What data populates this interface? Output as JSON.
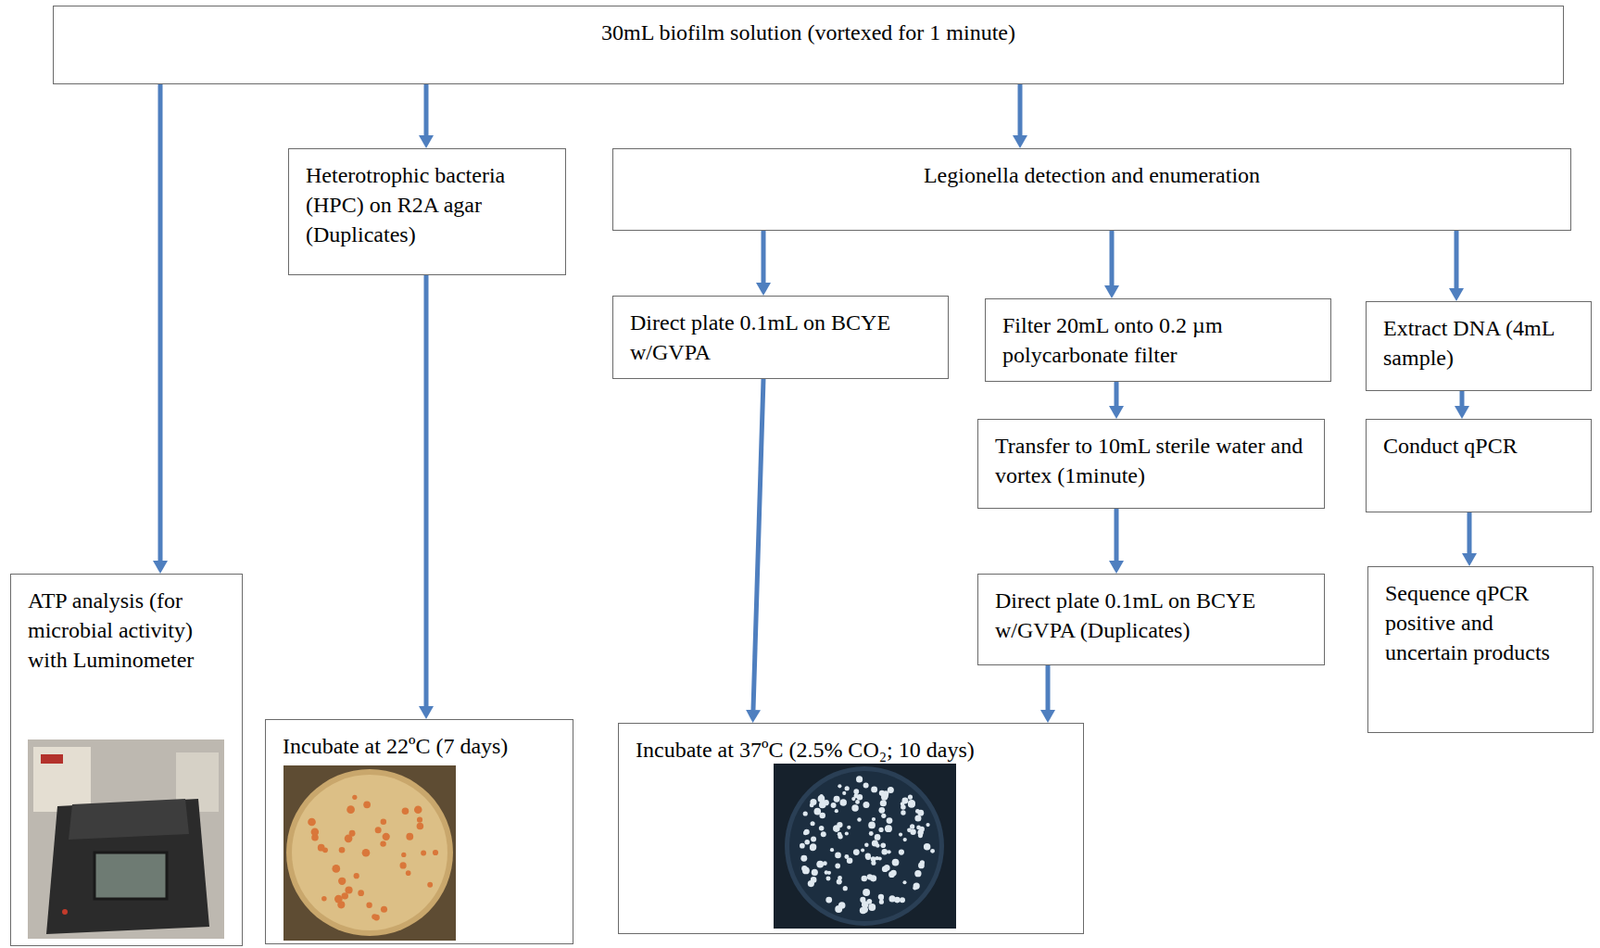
{
  "diagram": {
    "nodes": [
      {
        "text": [
          "30mL biofilm solution (vortexed for 1 minute)"
        ]
      },
      {
        "text": [
          "ATP analysis (for microbial activity) with Luminometer"
        ]
      },
      {
        "text": [
          "Heterotrophic bacteria (HPC) on R2A agar (Duplicates)"
        ]
      },
      {
        "text": [
          "Legionella detection and enumeration"
        ]
      },
      {
        "text": [
          "Direct plate 0.1mL on BCYE w/GVPA"
        ]
      },
      {
        "text": [
          "Filter 20mL onto 0.2 µm polycarbonate filter"
        ]
      },
      {
        "text": [
          "Extract DNA (4mL sample)"
        ]
      },
      {
        "text": [
          "Transfer to 10mL sterile water and vortex (1minute)"
        ]
      },
      {
        "text": [
          "Conduct qPCR"
        ]
      },
      {
        "text": [
          "Direct plate 0.1mL on BCYE w/GVPA (Duplicates)"
        ]
      },
      {
        "text": [
          "Sequence qPCR positive and uncertain products"
        ]
      },
      {
        "text": [
          "Incubate at 22ºC (7 days)"
        ]
      },
      {
        "text": [
          "Incubate at 37ºC (2.5% CO₂; 10 days)"
        ]
      }
    ],
    "edges": [
      {
        "from": 0,
        "to": 1,
        "arrow": "to"
      },
      {
        "from": 0,
        "to": 2,
        "arrow": "to"
      },
      {
        "from": 0,
        "to": 3,
        "arrow": "to"
      },
      {
        "from": 3,
        "to": 4,
        "arrow": "to"
      },
      {
        "from": 3,
        "to": 5,
        "arrow": "to"
      },
      {
        "from": 3,
        "to": 6,
        "arrow": "to"
      },
      {
        "from": 2,
        "to": 11,
        "arrow": "to"
      },
      {
        "from": 4,
        "to": 12,
        "arrow": "to"
      },
      {
        "from": 5,
        "to": 7,
        "arrow": "to"
      },
      {
        "from": 7,
        "to": 9,
        "arrow": "to"
      },
      {
        "from": 9,
        "to": 12,
        "arrow": "to"
      },
      {
        "from": 6,
        "to": 8,
        "arrow": "to"
      },
      {
        "from": 8,
        "to": 10,
        "arrow": "to"
      }
    ]
  }
}
